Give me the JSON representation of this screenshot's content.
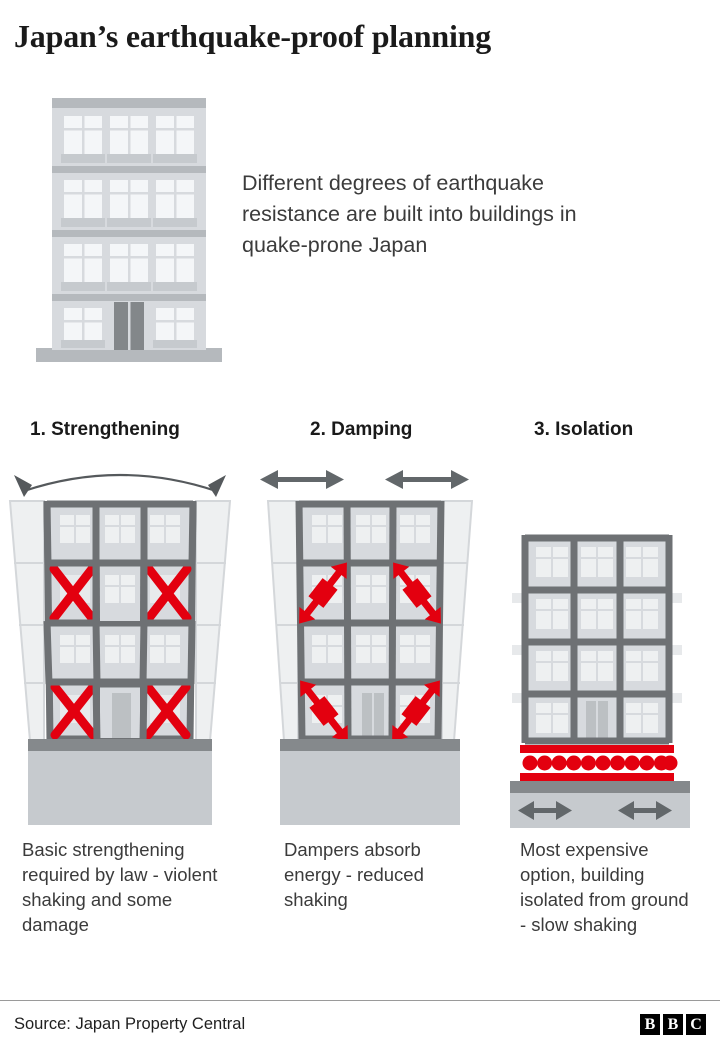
{
  "title": "Japan’s earthquake-proof planning",
  "intro": {
    "text": "Different degrees of earthquake resistance are built into buildings in quake-prone Japan"
  },
  "colors": {
    "accent_red": "#e3000f",
    "wall_light": "#d7dade",
    "wall_mid": "#c6cace",
    "frame_dark": "#6e7174",
    "arrow_gray": "#62676a",
    "window_pane": "#f2f4f6",
    "ghost_outline": "#d9dbde",
    "foundation": "#c6cace",
    "foundation_cap": "#85898c",
    "text": "#3b3b3b",
    "title_text": "#1a1a1a"
  },
  "columns": [
    {
      "id": "strengthening",
      "heading": "1. Strengthening",
      "caption": "Basic strengthening required by law - violent shaking and some damage",
      "motion": "curved-double-arrow",
      "motion_label": "sway-arc-arrow",
      "building": {
        "sways": true,
        "floors": 4,
        "bays": 3,
        "device": "cross-brace",
        "device_color": "#e3000f",
        "device_cells": [
          {
            "row": 2,
            "bay": 1
          },
          {
            "row": 2,
            "bay": 3
          },
          {
            "row": 4,
            "bay": 1
          },
          {
            "row": 4,
            "bay": 3
          }
        ]
      }
    },
    {
      "id": "damping",
      "heading": "2. Damping",
      "caption": "Dampers absorb energy -  reduced shaking",
      "motion": "two-horizontal-double-arrows",
      "motion_label": "shake-arrows",
      "building": {
        "sways": true,
        "floors": 4,
        "bays": 3,
        "device": "diagonal-damper",
        "device_color": "#e3000f",
        "device_cells": [
          {
            "row": 2,
            "bay": 1,
            "direction": "up-right"
          },
          {
            "row": 2,
            "bay": 3,
            "direction": "down-right"
          },
          {
            "row": 4,
            "bay": 1,
            "direction": "down-right"
          },
          {
            "row": 4,
            "bay": 3,
            "direction": "up-right"
          }
        ]
      }
    },
    {
      "id": "isolation",
      "heading": "3. Isolation",
      "caption": "Most expensive option, building isolated from ground - slow shaking",
      "motion": "two-foundation-double-arrows",
      "motion_label": "ground-slide-arrows",
      "building": {
        "sways": false,
        "floors": 4,
        "bays": 3,
        "device": "base-isolator-bearings",
        "device_color": "#e3000f",
        "bearing_count": 11
      }
    }
  ],
  "footer": {
    "source": "Source: Japan Property Central",
    "logo_letters": [
      "B",
      "B",
      "C"
    ]
  }
}
